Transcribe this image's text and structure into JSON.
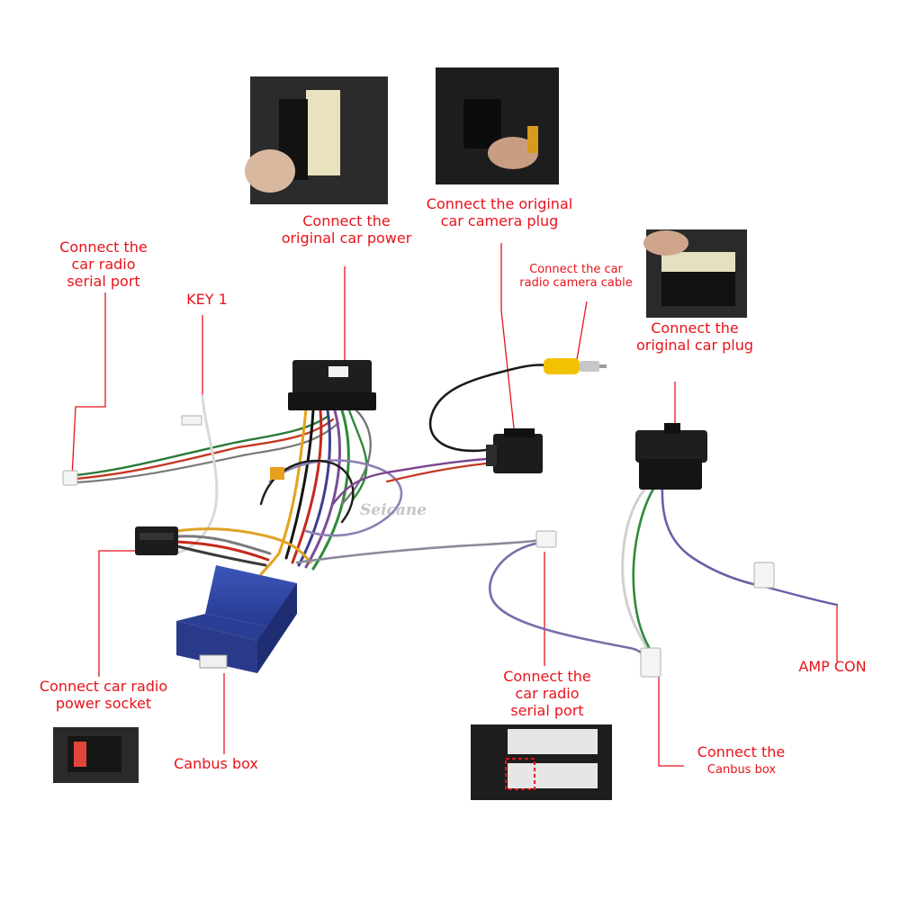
{
  "labels": {
    "original_power": "Connect the\noriginal car power",
    "camera_plug": "Connect the original\ncar camera plug",
    "camera_cable": "Connect the car\nradio camera cable",
    "original_plug": "Connect the\noriginal car plug",
    "serial_port_left": "Connect the\ncar radio\nserial port",
    "key1": "KEY 1",
    "power_socket": "Connect car radio\npower socket",
    "canbus_box": "Canbus box",
    "serial_port_bottom": "Connect the\ncar radio\nserial port",
    "connect_the": "Connect the",
    "canbus_box_small": "Canbus box",
    "amp_con": "AMP CON"
  },
  "watermark": "Seicane",
  "colors": {
    "label_red": "#e8131b",
    "canbus_blue": "#2b3e96",
    "camera_yellow": "#f2c200"
  }
}
